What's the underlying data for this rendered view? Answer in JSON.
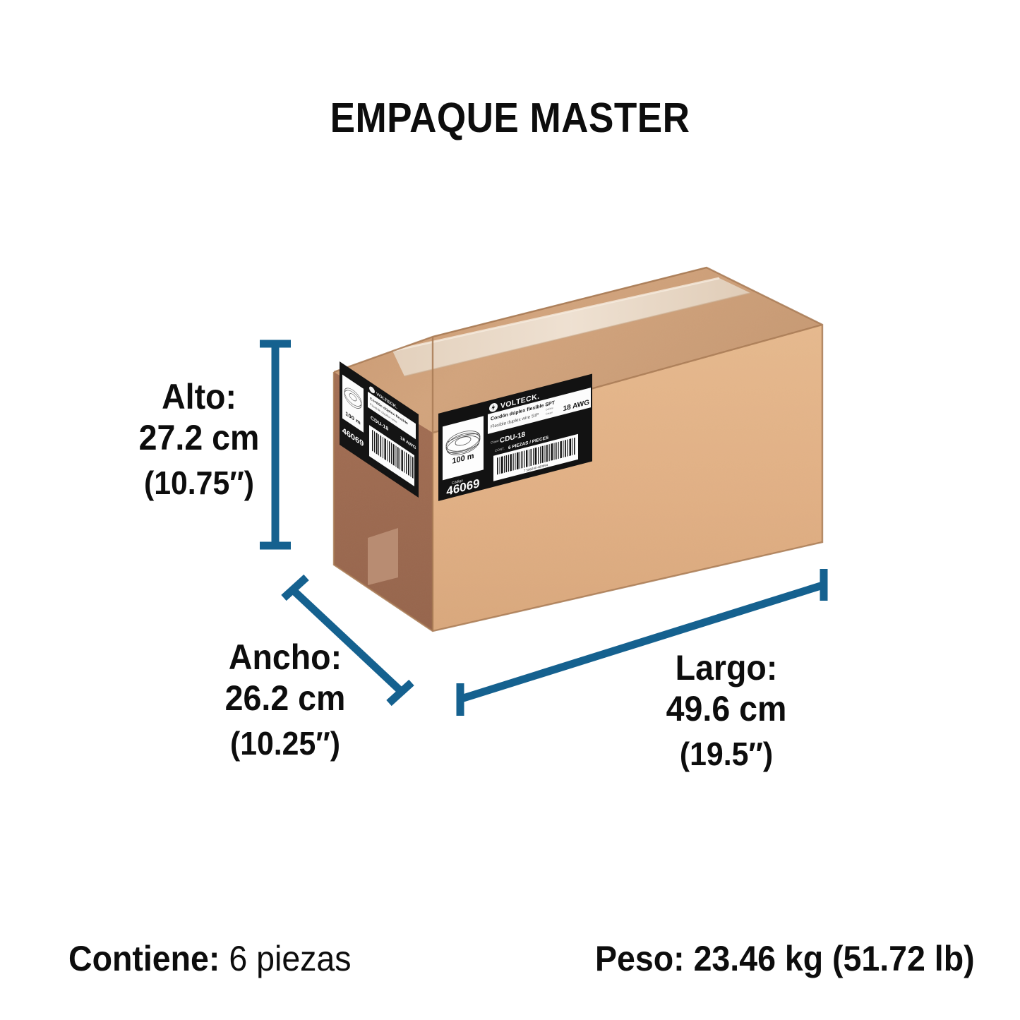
{
  "page": {
    "title": "EMPAQUE MASTER",
    "background_color": "#ffffff",
    "text_color": "#0d0d0d",
    "dimension_line_color": "#15618f"
  },
  "dimensions": {
    "height": {
      "name": "dim-height",
      "label": "Alto:",
      "metric": "27.2 cm",
      "imperial": "(10.75″)"
    },
    "width": {
      "name": "dim-width",
      "label": "Ancho:",
      "metric": "26.2 cm",
      "imperial": "(10.25″)"
    },
    "length": {
      "name": "dim-length",
      "label": "Largo:",
      "metric": "49.6 cm",
      "imperial": "(19.5″)"
    }
  },
  "footer": {
    "contains_label": "Contiene:",
    "contains_value": "6 piezas",
    "weight_label": "Peso:",
    "weight_value": "23.46 kg (51.72 lb)"
  },
  "box": {
    "colors": {
      "front": "#e2b286",
      "top": "#cb9e78",
      "side": "#9e6b51",
      "tape": "#ead9c6",
      "edge": "#b8875f"
    },
    "front_label": {
      "brand": "VOLTECK.",
      "title_es": "Cordón dúplex flexible SPT",
      "title_en": "Flexible duplex wire SIP",
      "gauge": "18 AWG",
      "code_label": "Clave",
      "code_value": "CDU-18",
      "content_label": "CONT.",
      "content_value": "6 PIEZAS / PIECES",
      "length_on_spool": "100 m",
      "sku_label": "Código",
      "sku_value": "46069",
      "barcode_digits": "7 506240 460694"
    },
    "side_label": {
      "brand": "VOLTECK.",
      "length_on_spool": "100 m",
      "sku_value": "46069"
    }
  }
}
